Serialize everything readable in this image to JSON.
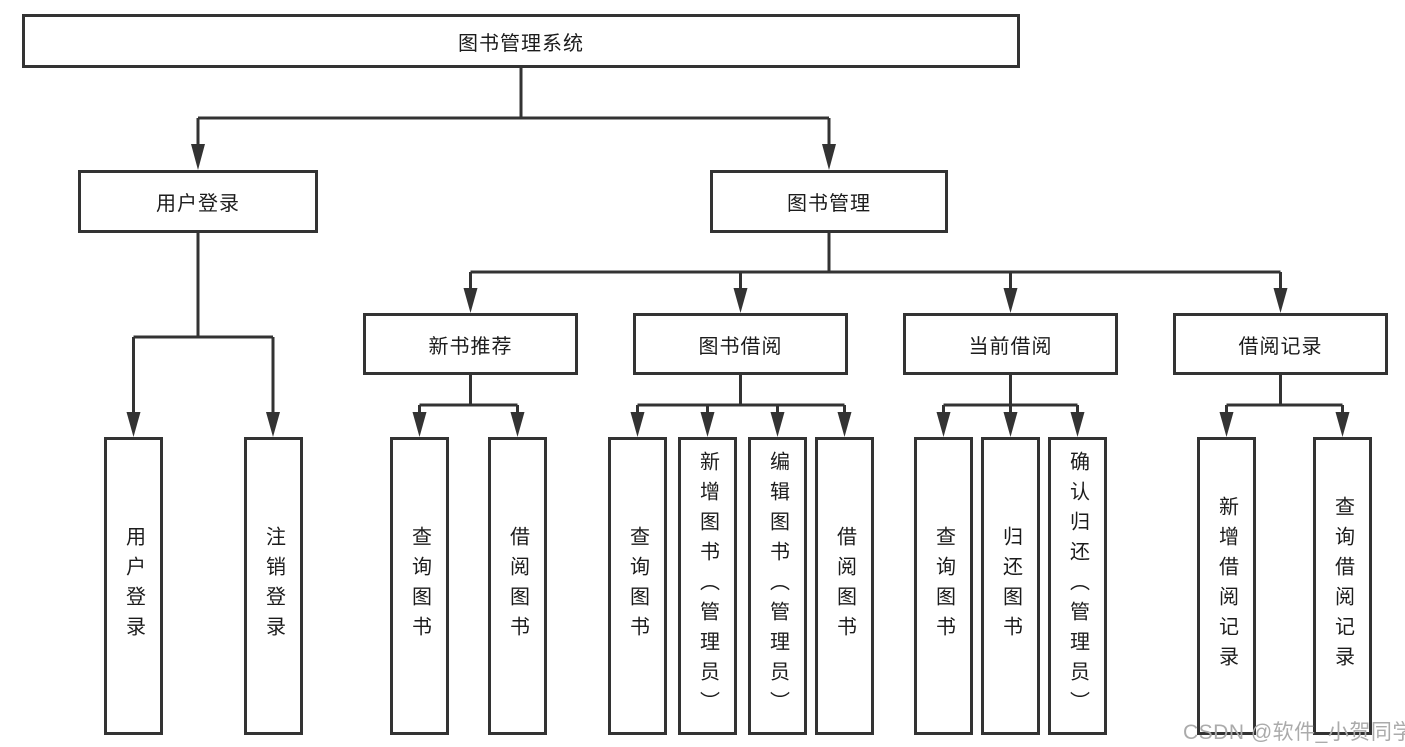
{
  "colors": {
    "line": "#333333",
    "box_border": "#333333",
    "text": "#1c1c1c",
    "watermark": "#ababab",
    "background": "#ffffff"
  },
  "watermark": {
    "text": "CSDN @软件_小贺同学"
  },
  "tree": {
    "root": {
      "label": "图书管理系统"
    },
    "branches": [
      {
        "label": "用户登录",
        "children": [
          {
            "label": "用户登录"
          },
          {
            "label": "注销登录"
          }
        ]
      },
      {
        "label": "图书管理",
        "groups": [
          {
            "label": "新书推荐",
            "children": [
              {
                "label": "查询图书"
              },
              {
                "label": "借阅图书"
              }
            ]
          },
          {
            "label": "图书借阅",
            "children": [
              {
                "label": "查询图书"
              },
              {
                "label": "新增图书（管理员）"
              },
              {
                "label": "编辑图书（管理员）"
              },
              {
                "label": "借阅图书"
              }
            ]
          },
          {
            "label": "当前借阅",
            "children": [
              {
                "label": "查询图书"
              },
              {
                "label": "归还图书"
              },
              {
                "label": "确认归还（管理员）"
              }
            ]
          },
          {
            "label": "借阅记录",
            "children": [
              {
                "label": "新增借阅记录"
              },
              {
                "label": "查询借阅记录"
              }
            ]
          }
        ]
      }
    ]
  }
}
